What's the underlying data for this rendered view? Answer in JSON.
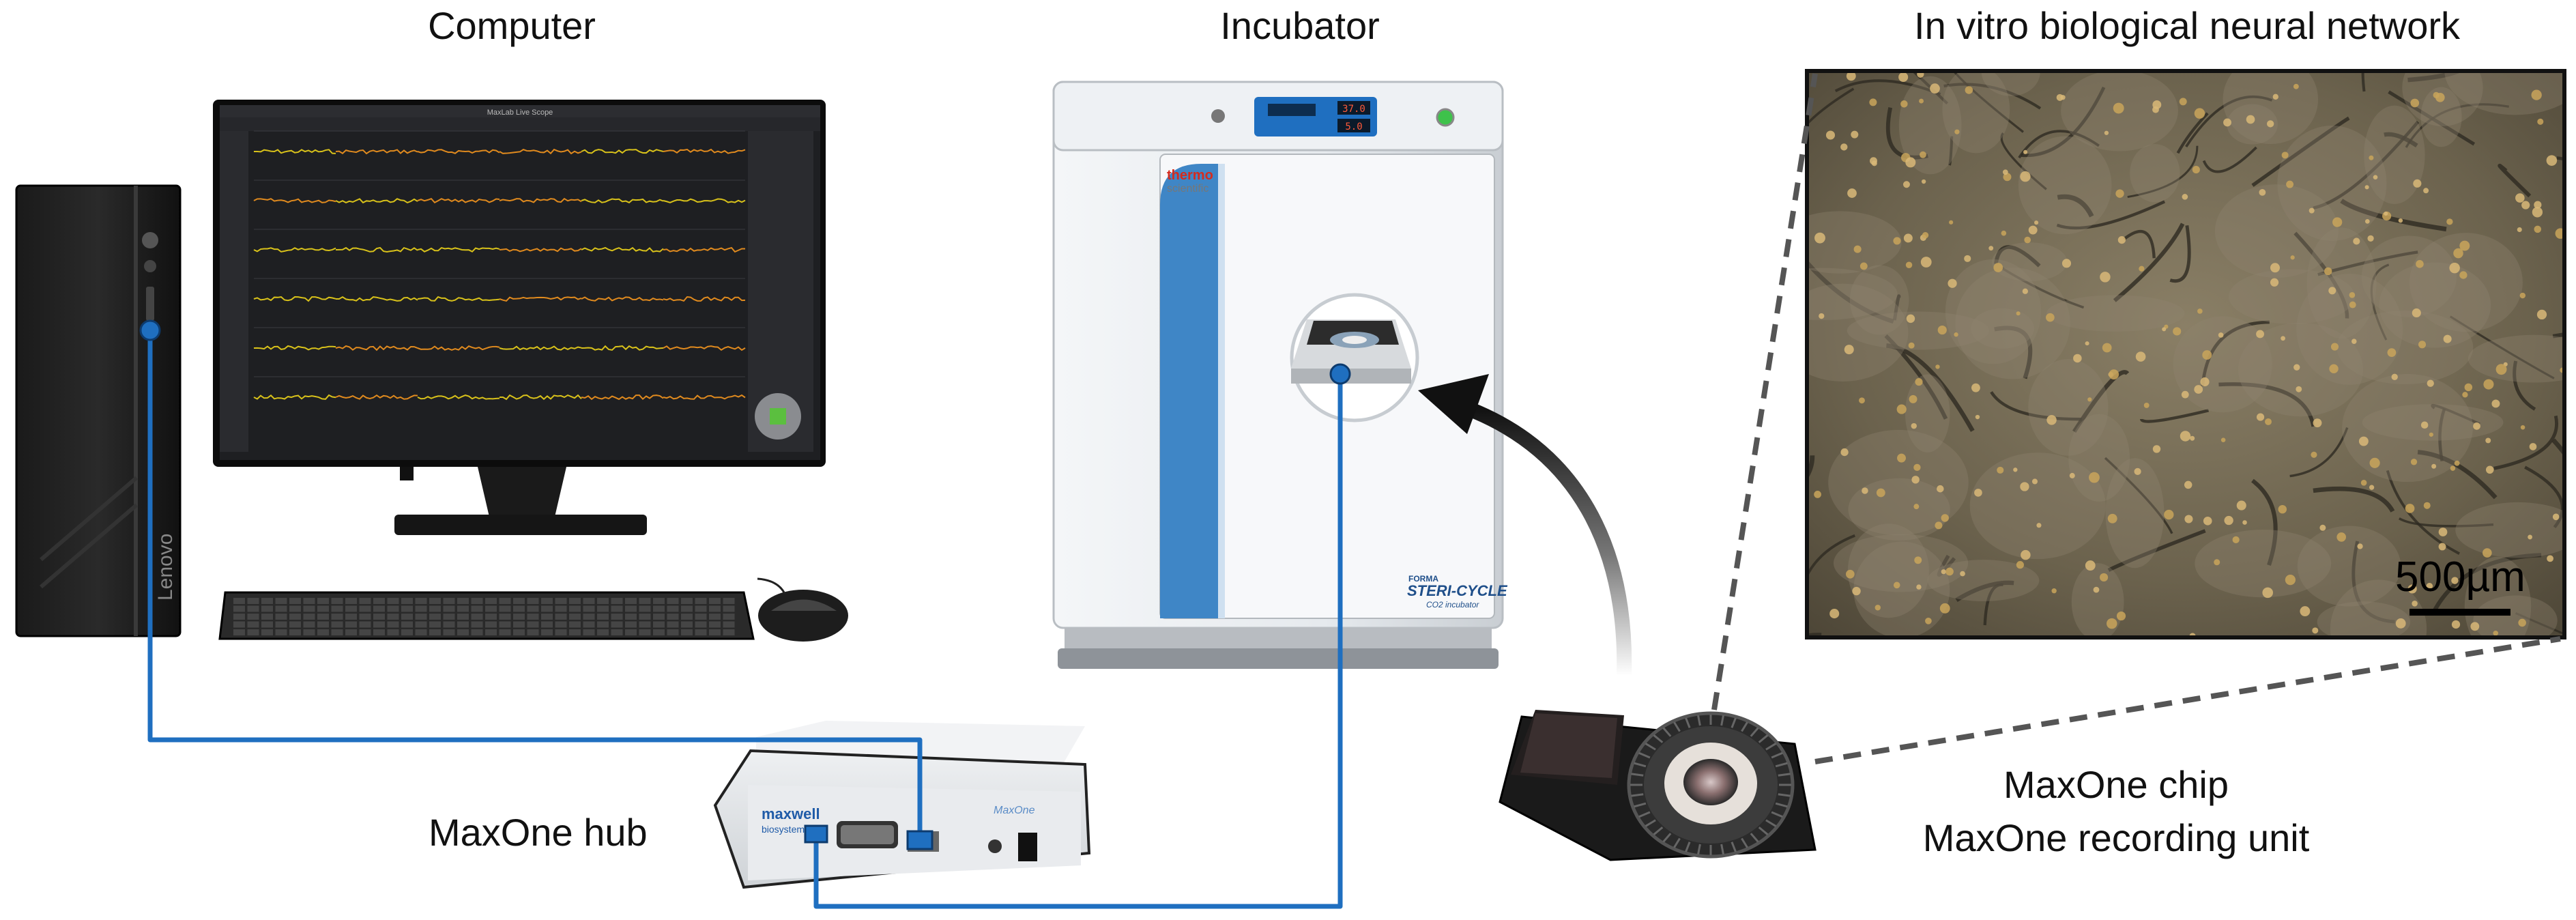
{
  "titles": {
    "computer": "Computer",
    "incubator": "Incubator",
    "network": "In vitro biological neural network"
  },
  "labels": {
    "hub": "MaxOne hub",
    "chip": "MaxOne chip",
    "recording_unit": "MaxOne recording unit"
  },
  "scale_bar": "500µm",
  "device_text": {
    "pc_brand": "Lenovo",
    "hub_brand_line1": "maxwell",
    "hub_brand_line2": "biosystems",
    "hub_model": "MaxOne",
    "incubator_brand_line1": "thermo",
    "incubator_brand_line2": "scientific",
    "incubator_model_line1": "FORMA",
    "incubator_model_line2": "STERI-CYCLE",
    "incubator_model_line3": "CO2 incubator",
    "incubator_display_1": "37.0",
    "incubator_display_2": "5.0",
    "monitor_app_title": "MaxLab Live Scope"
  },
  "colors": {
    "cable": "#1f6fc0",
    "arrow": "#111111",
    "dashed": "#555555",
    "trace_orange": "#e08a1e",
    "trace_yellow": "#d9c21a",
    "screen_bg": "#1e1f22"
  }
}
